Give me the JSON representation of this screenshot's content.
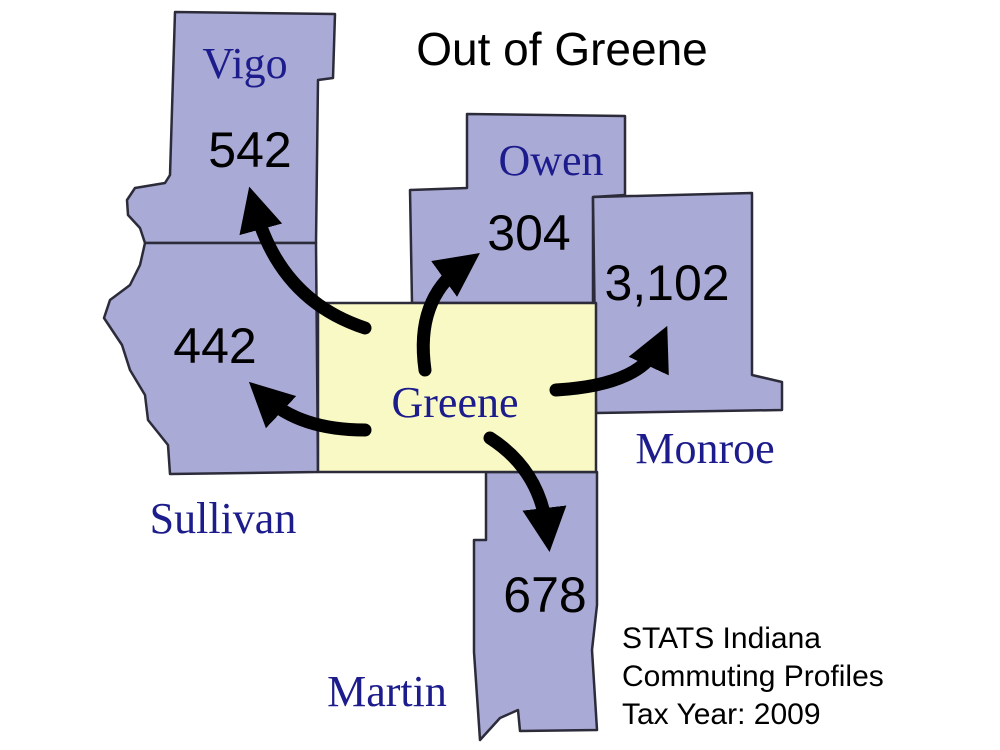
{
  "title": "Out of Greene",
  "colors": {
    "county_fill": "#aaaad6",
    "origin_fill": "#f9f9c6",
    "name_text": "#1c1c8c",
    "arrow": "#000000"
  },
  "origin": {
    "name": "Greene"
  },
  "counties": {
    "vigo": {
      "name": "Vigo",
      "count": "542"
    },
    "sullivan": {
      "name": "Sullivan",
      "count": "442"
    },
    "owen": {
      "name": "Owen",
      "count": "304"
    },
    "monroe": {
      "name": "Monroe",
      "count": "3,102"
    },
    "martin": {
      "name": "Martin",
      "count": "678"
    }
  },
  "source": {
    "line1": "STATS Indiana",
    "line2": "Commuting Profiles",
    "line3": "Tax Year: 2009"
  }
}
